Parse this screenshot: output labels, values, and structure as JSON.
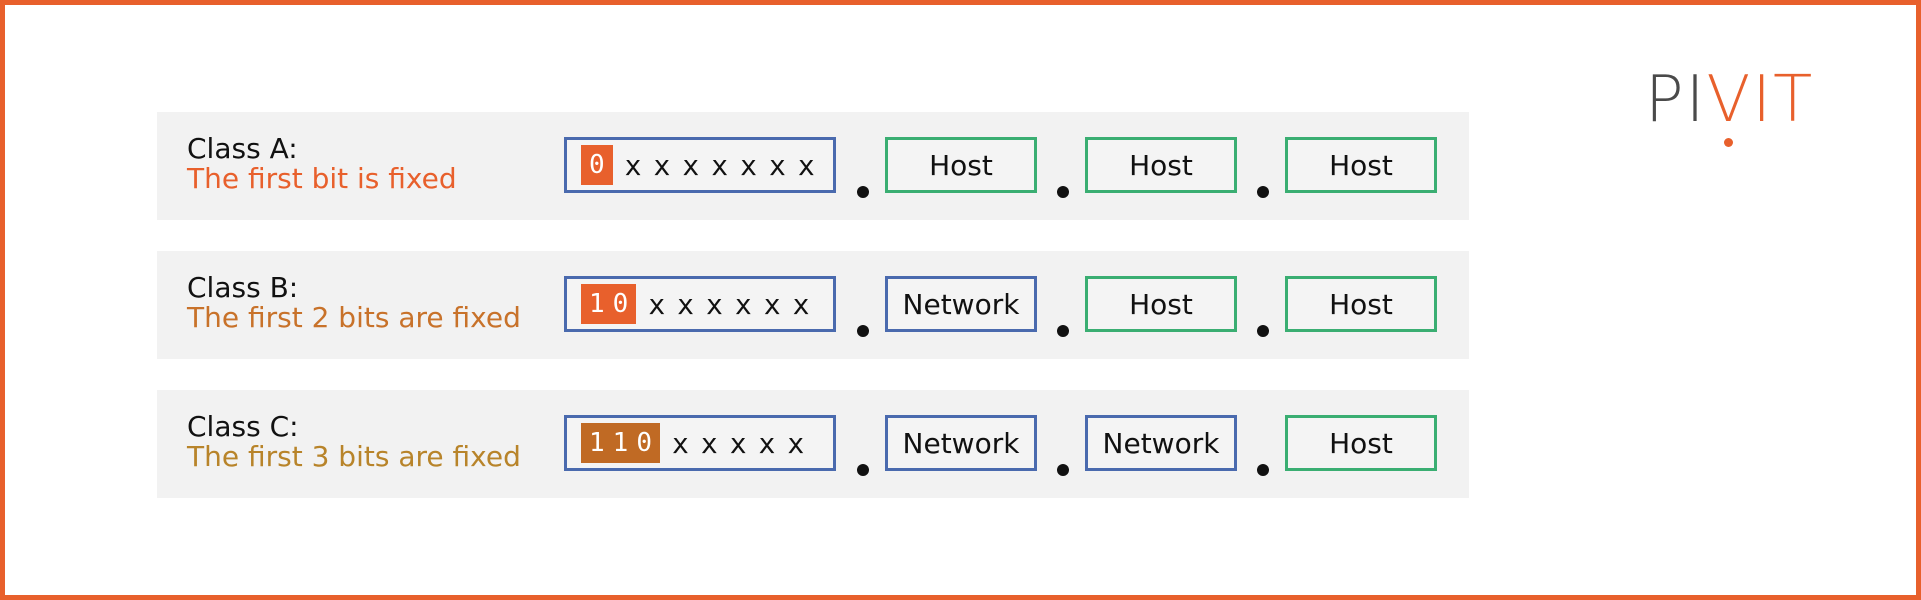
{
  "logo": {
    "part1": "PI",
    "part2": "V",
    "part3": "IT"
  },
  "rows": [
    {
      "class_label": "Class A:",
      "description": "The first bit is fixed",
      "fixed_bits": [
        "0"
      ],
      "free_bits": [
        "x",
        "x",
        "x",
        "x",
        "x",
        "x",
        "x"
      ],
      "octets": [
        "Host",
        "Host",
        "Host"
      ],
      "octet_types": [
        "host",
        "host",
        "host"
      ]
    },
    {
      "class_label": "Class B:",
      "description": "The first 2 bits are fixed",
      "fixed_bits": [
        "1",
        "0"
      ],
      "free_bits": [
        "x",
        "x",
        "x",
        "x",
        "x",
        "x"
      ],
      "octets": [
        "Network",
        "Host",
        "Host"
      ],
      "octet_types": [
        "network",
        "host",
        "host"
      ]
    },
    {
      "class_label": "Class C:",
      "description": "The first 3 bits are fixed",
      "fixed_bits": [
        "1",
        "1",
        "0"
      ],
      "free_bits": [
        "x",
        "x",
        "x",
        "x",
        "x"
      ],
      "octets": [
        "Network",
        "Network",
        "Host"
      ],
      "octet_types": [
        "network",
        "network",
        "host"
      ]
    }
  ],
  "colors": {
    "frame": "#e8602c",
    "network_border": "#4a6aae",
    "host_border": "#3aae72",
    "row_background": "#f2f2f2"
  }
}
